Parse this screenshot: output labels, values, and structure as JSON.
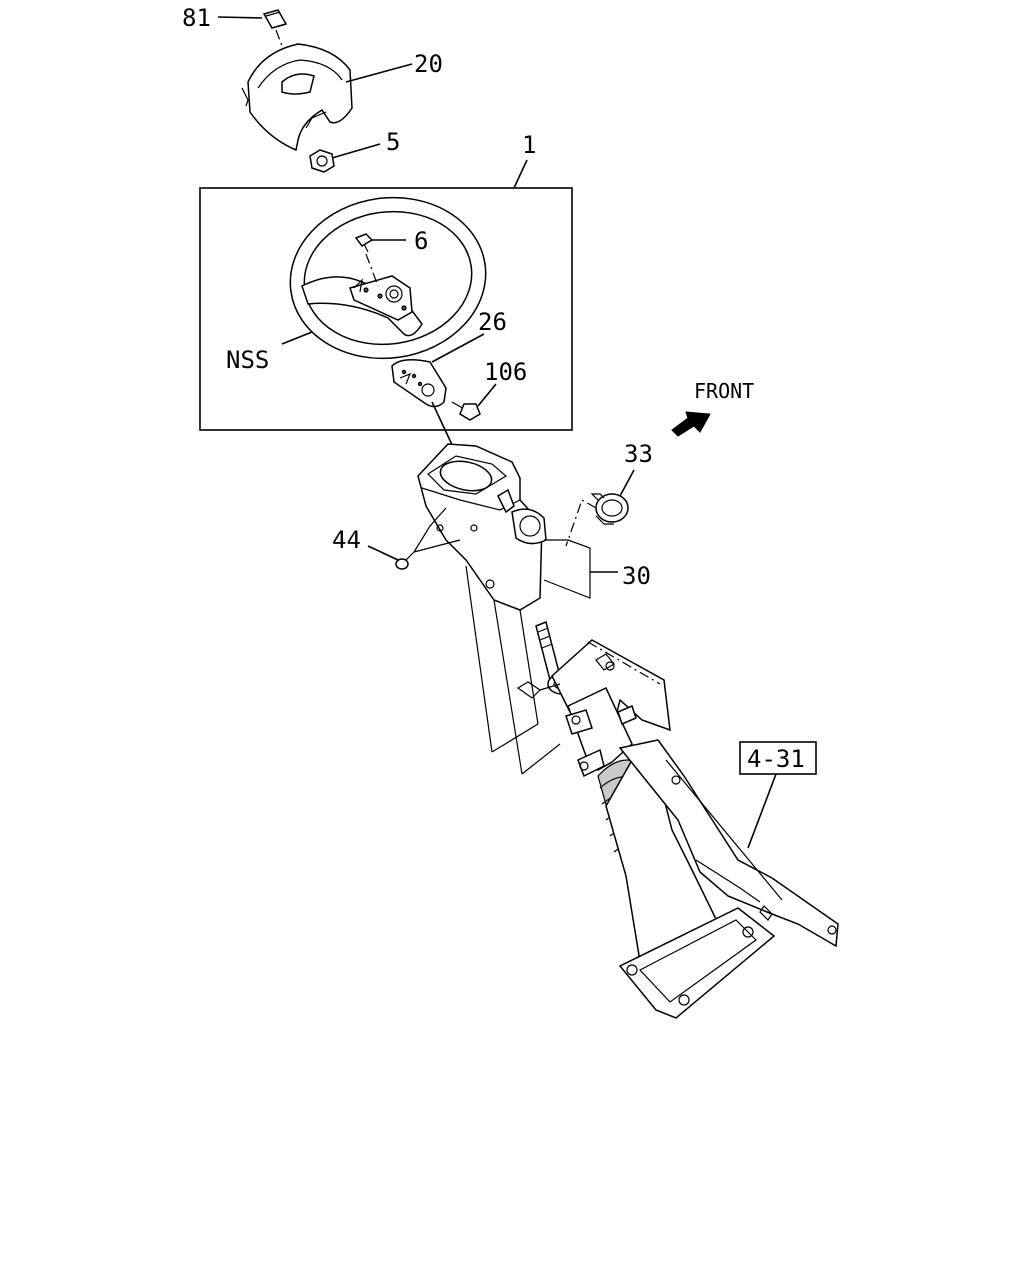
{
  "callouts": {
    "c81": "81",
    "c20": "20",
    "c5": "5",
    "c1": "1",
    "c6": "6",
    "c26": "26",
    "cNSS": "NSS",
    "c106": "106",
    "c33": "33",
    "c44": "44",
    "c30": "30",
    "ref": "4-31"
  },
  "direction": {
    "front": "FRONT"
  }
}
